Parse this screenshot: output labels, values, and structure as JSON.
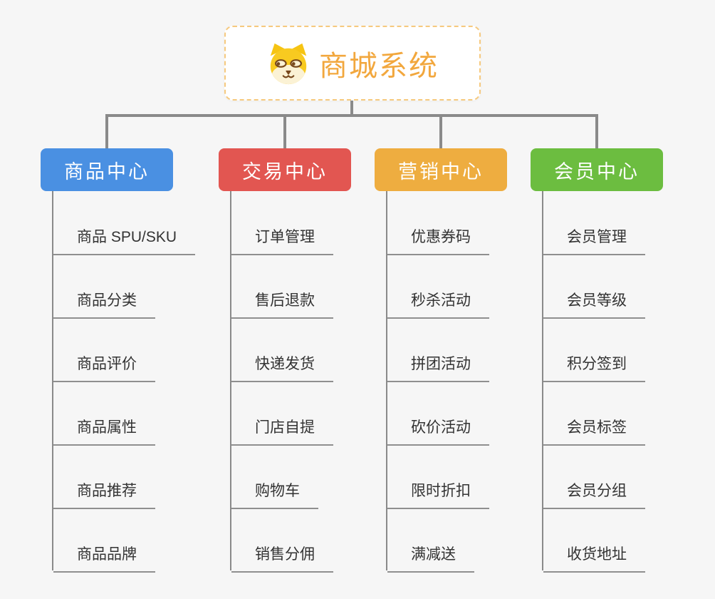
{
  "root": {
    "title": "商城系统",
    "icon": "doge-icon",
    "text_color": "#f2a73d",
    "border_color": "#f6c97e"
  },
  "connector_color": "#8a8a8a",
  "underline_color": "#8f8f8f",
  "background_color": "#f6f6f6",
  "branches": [
    {
      "id": "product-center",
      "label": "商品中心",
      "color": "#4a90e2",
      "children": [
        "商品 SPU/SKU",
        "商品分类",
        "商品评价",
        "商品属性",
        "商品推荐",
        "商品品牌"
      ]
    },
    {
      "id": "trade-center",
      "label": "交易中心",
      "color": "#e25651",
      "children": [
        "订单管理",
        "售后退款",
        "快递发货",
        "门店自提",
        "购物车",
        "销售分佣"
      ]
    },
    {
      "id": "marketing-center",
      "label": "营销中心",
      "color": "#eead40",
      "children": [
        "优惠券码",
        "秒杀活动",
        "拼团活动",
        "砍价活动",
        "限时折扣",
        "满减送"
      ]
    },
    {
      "id": "member-center",
      "label": "会员中心",
      "color": "#6cbd40",
      "children": [
        "会员管理",
        "会员等级",
        "积分签到",
        "会员标签",
        "会员分组",
        "收货地址"
      ]
    }
  ]
}
